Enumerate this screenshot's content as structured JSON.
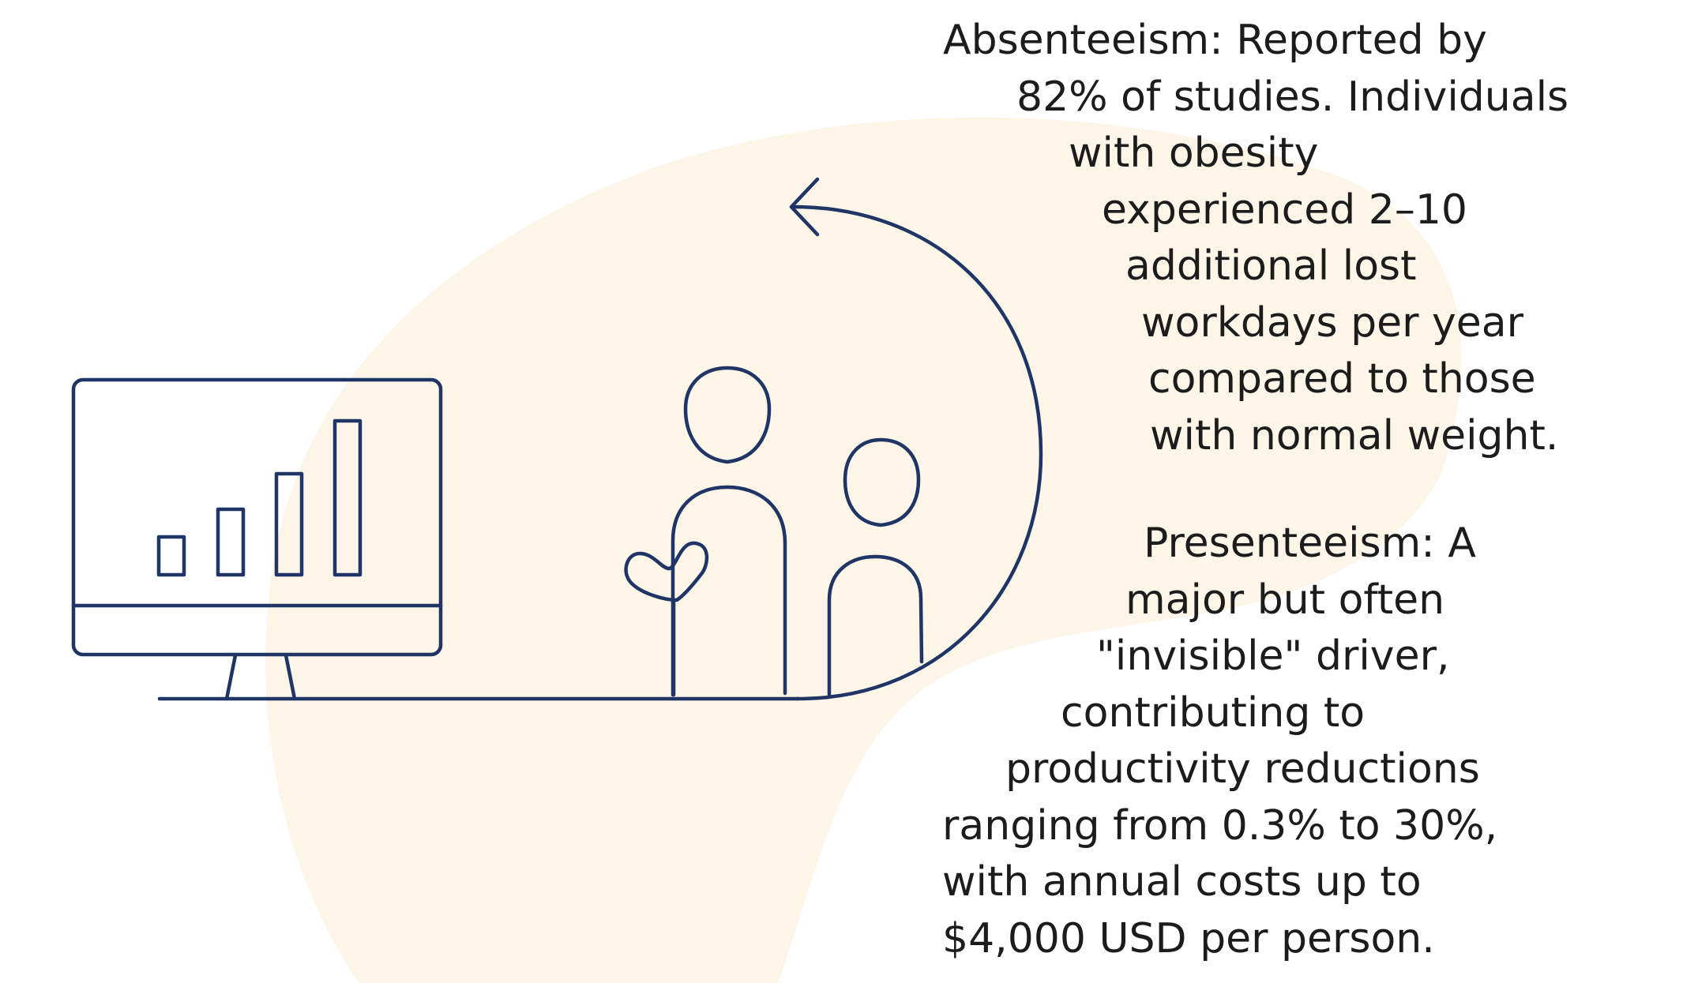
{
  "colors": {
    "blob": "#fcf5e8",
    "line": "#1f3566",
    "text": "#1c1c1c"
  },
  "icons": [
    "monitor-bar-chart-icon",
    "adult-person-icon",
    "child-person-icon",
    "heart-icon",
    "curved-arrow-icon"
  ],
  "absenteeism": {
    "lines": [
      "Absenteeism: Reported by",
      "82% of studies. Individuals",
      "with obesity",
      "experienced 2–10",
      "additional lost",
      "workdays per year",
      "compared to those",
      "with normal weight."
    ]
  },
  "presenteeism": {
    "lines": [
      "Presenteeism: A",
      "major but often",
      "\"invisible\" driver,",
      "contributing to",
      "productivity reductions",
      "ranging from 0.3% to 30%,",
      "with annual costs up to",
      "$4,000 USD per person."
    ]
  }
}
